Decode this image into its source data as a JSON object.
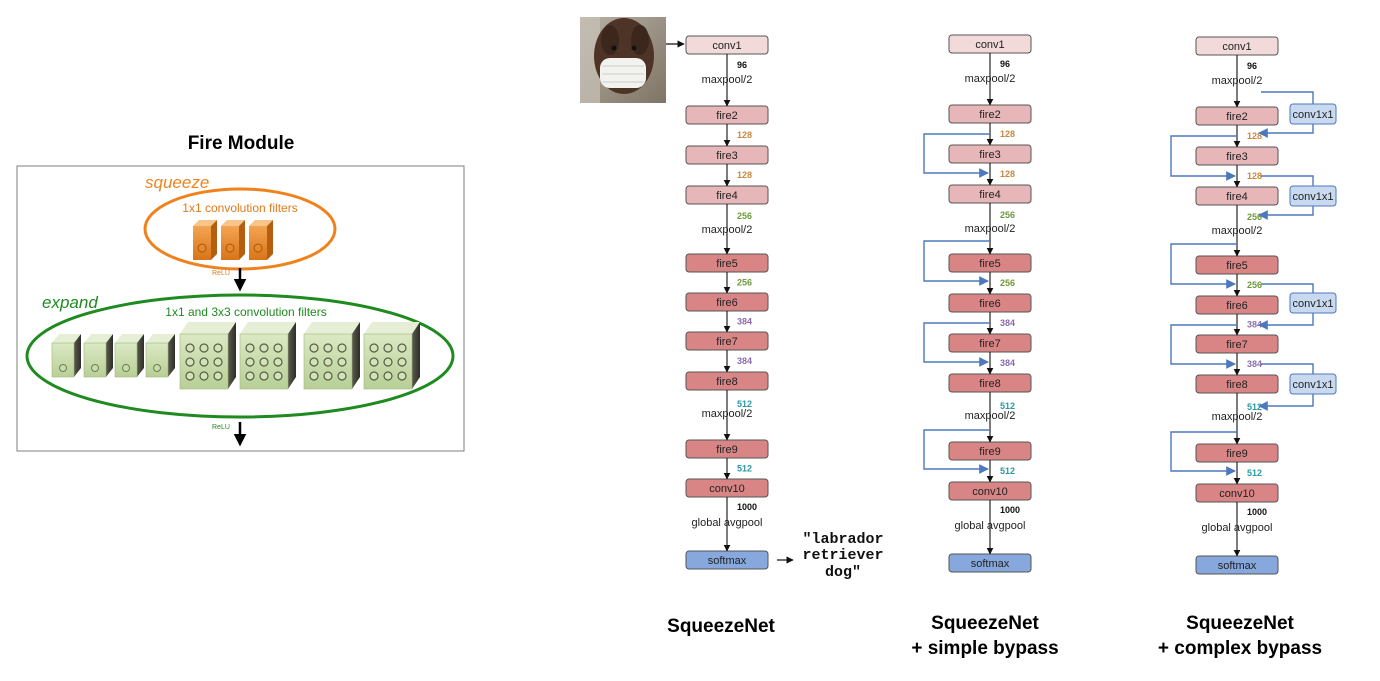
{
  "fire_module": {
    "title": "Fire Module",
    "squeeze_label": "squeeze",
    "squeeze_filters_label": "1x1 convolution filters",
    "relu_label_1": "ReLU",
    "expand_label": "expand",
    "expand_filters_label": "1x1 and 3x3 convolution filters",
    "relu_label_2": "ReLU"
  },
  "colors": {
    "conv1": "#f2dada",
    "fire_light": "#e7b6b9",
    "fire_dark": "#d98585",
    "softmax": "#86a8dd",
    "bypass": "#4c79bd",
    "num_black": "#111111",
    "num_orange": "#c8873e",
    "num_green": "#6e9a3b",
    "num_purple": "#8a6cad",
    "num_teal": "#2a9aa6",
    "squeeze": "#f0821e",
    "expand": "#1f8a1f"
  },
  "input_image": {
    "icon": "dog-photo-icon"
  },
  "columns": [
    {
      "title_line1": "SqueezeNet",
      "title_line2": "",
      "output_text": [
        "\"labrador",
        "retriever",
        "dog\""
      ]
    },
    {
      "title_line1": "SqueezeNet",
      "title_line2": "+ simple bypass"
    },
    {
      "title_line1": "SqueezeNet",
      "title_line2": "+ complex bypass"
    }
  ],
  "layers": {
    "conv1": "conv1",
    "fire2": "fire2",
    "fire3": "fire3",
    "fire4": "fire4",
    "fire5": "fire5",
    "fire6": "fire6",
    "fire7": "fire7",
    "fire8": "fire8",
    "fire9": "fire9",
    "conv10": "conv10",
    "softmax": "softmax",
    "maxpool": "maxpool/2",
    "global_avgpool": "global avgpool",
    "conv1x1": "conv1x1"
  },
  "channels": {
    "c96": "96",
    "c128": "128",
    "c256": "256",
    "c384": "384",
    "c512": "512",
    "c1000": "1000"
  }
}
